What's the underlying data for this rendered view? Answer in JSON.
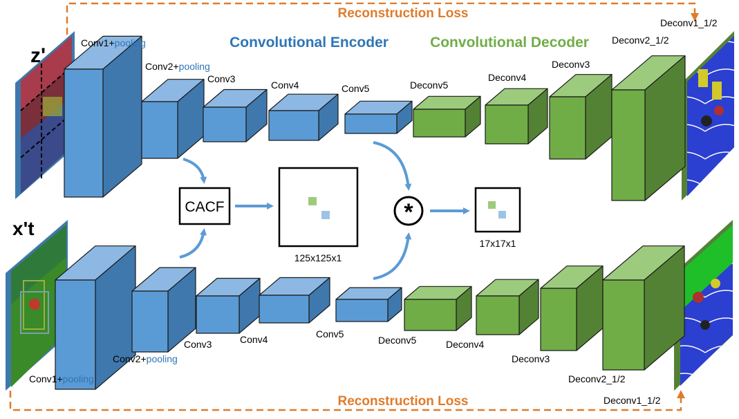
{
  "title_top": "Reconstruction Loss",
  "title_bottom": "Reconstruction Loss",
  "encoder_title": "Convolutional Encoder",
  "decoder_title": "Convolutional Decoder",
  "input_top_label": "z'",
  "input_bottom_label": "x't",
  "cacf_label": "CACF",
  "response_large_label": "125x125x1",
  "response_small_label": "17x17x1",
  "correlation_symbol": "⊛",
  "top_branch": {
    "conv1": {
      "base": "Conv1+",
      "suffix": "pooling"
    },
    "conv2": {
      "base": "Conv2+",
      "suffix": "pooling"
    },
    "conv3": "Conv3",
    "conv4": "Conv4",
    "conv5": "Conv5",
    "deconv5": "Deconv5",
    "deconv4": "Deconv4",
    "deconv3": "Deconv3",
    "deconv2": "Deconv2_1/2",
    "deconv1": "Deconv1_1/2"
  },
  "bottom_branch": {
    "conv1": {
      "base": "Conv1+",
      "suffix": "pooling"
    },
    "conv2": {
      "base": "Conv2+",
      "suffix": "pooling"
    },
    "conv3": "Conv3",
    "conv4": "Conv4",
    "conv5": "Conv5",
    "deconv5": "Deconv5",
    "deconv4": "Deconv4",
    "deconv3": "Deconv3",
    "deconv2": "Deconv2_1/2",
    "deconv1": "Deconv1_1/2"
  },
  "colors": {
    "encoder_front": "#5b9bd5",
    "encoder_top": "#8db8e3",
    "encoder_side": "#3f78ad",
    "decoder_front": "#70ad47",
    "decoder_top": "#9dcb7d",
    "decoder_side": "#548235",
    "loss_line": "#e07b2a",
    "encoder_title": "#2e75b6",
    "decoder_title": "#70ad47",
    "arrow": "#5b9bd5"
  }
}
